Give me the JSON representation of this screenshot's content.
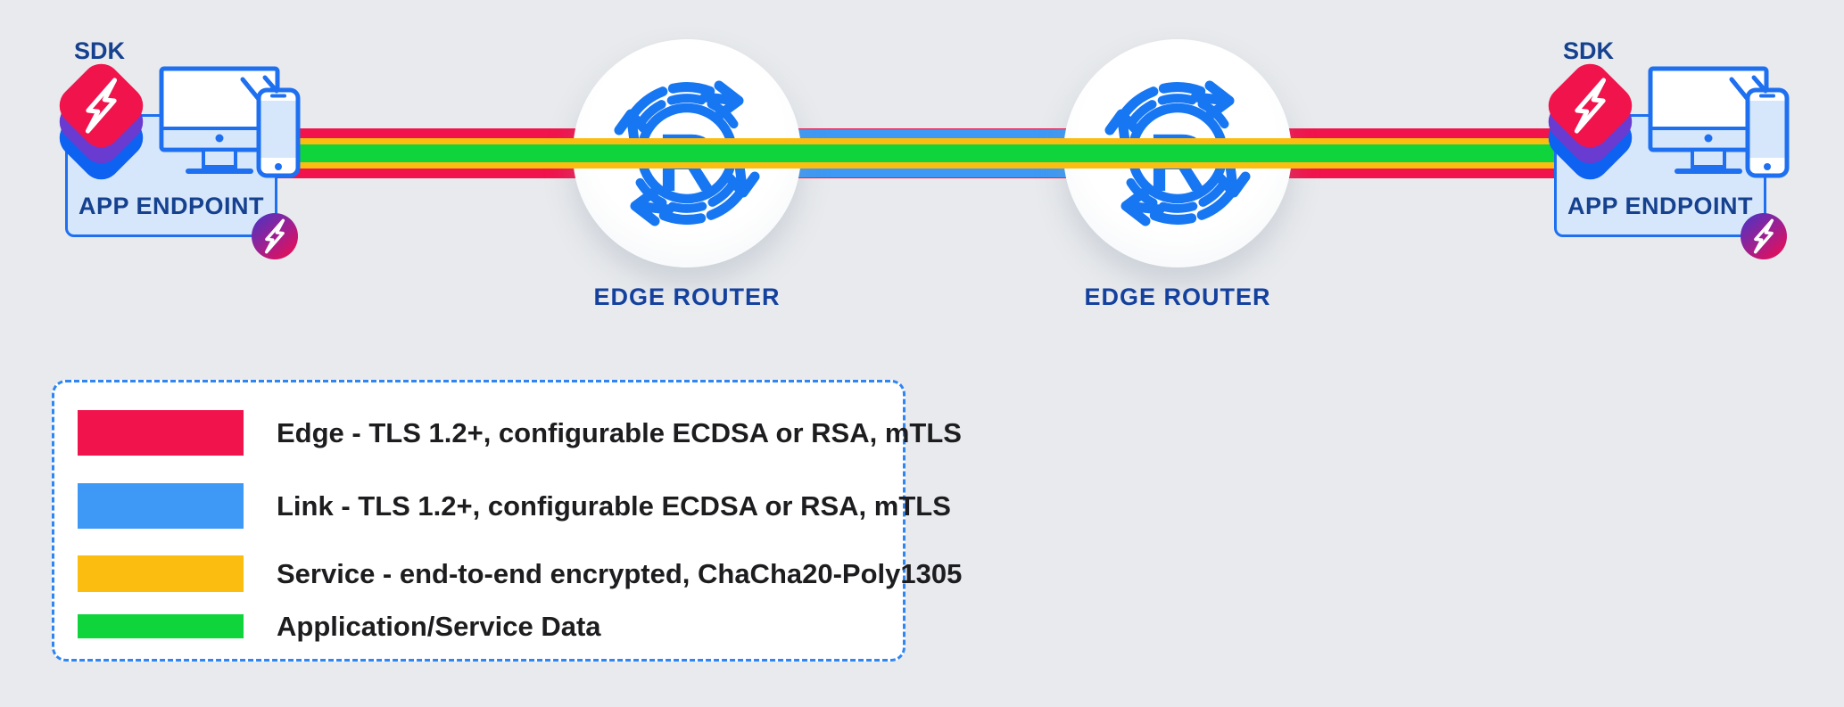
{
  "colors": {
    "background": "#e8eaed",
    "edge_red": "#f1134c",
    "link_blue": "#3d99f5",
    "service_yellow": "#fbbd10",
    "data_green": "#0fd43c",
    "icon_blue": "#1777f2",
    "navy_text": "#15418f",
    "box_fill": "#d7e7fb",
    "sdk_purple": "#6a3bd0",
    "sdk_blue": "#0d62f2",
    "badge_gradient_start": "#4b33c4",
    "badge_gradient_end": "#ed0d52"
  },
  "endpoints": [
    {
      "sdk": "SDK",
      "label": "APP ENDPOINT"
    },
    {
      "sdk": "SDK",
      "label": "APP ENDPOINT"
    }
  ],
  "routers": [
    {
      "label": "EDGE ROUTER",
      "letter": "R"
    },
    {
      "label": "EDGE ROUTER",
      "letter": "R"
    }
  ],
  "stripes": {
    "edge": "#f1134c",
    "link": "#3d99f5",
    "service": "#fbbd10",
    "data": "#0fd43c"
  },
  "legend": {
    "items": [
      {
        "color": "#f1134c",
        "label": "Edge - TLS 1.2+, configurable ECDSA or RSA, mTLS"
      },
      {
        "color": "#3d99f5",
        "label": "Link - TLS 1.2+, configurable ECDSA or RSA, mTLS"
      },
      {
        "color": "#fbbd10",
        "label": "Service - end-to-end encrypted, ChaCha20-Poly1305"
      },
      {
        "color": "#0fd43c",
        "label": "Application/Service Data"
      }
    ]
  }
}
